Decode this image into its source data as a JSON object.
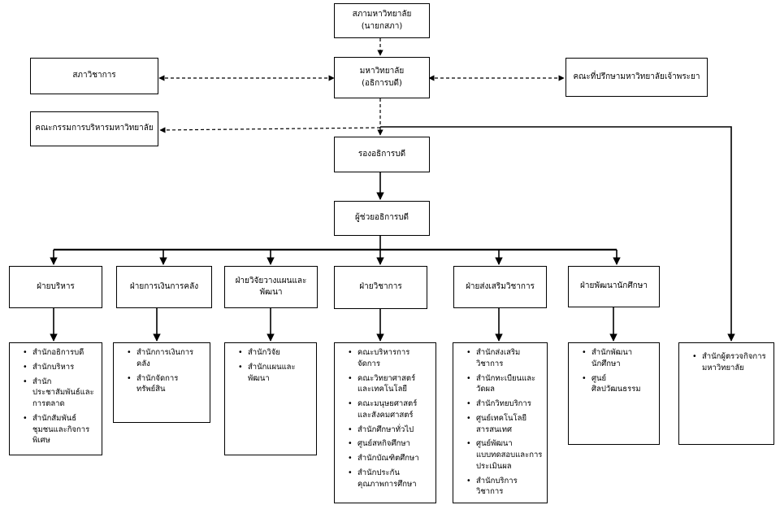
{
  "council": [
    "สภามหาวิทยาลัย",
    "(นายกสภา)"
  ],
  "president": [
    "มหาวิทยาลัย",
    "(อธิการบดี)"
  ],
  "academic_senate": "สภาวิชาการ",
  "advisory_board": "คณะที่ปรึกษามหาวิทยาลัยเจ้าพระยา",
  "admin_committee": "คณะกรรมการบริหารมหาวิทยาลัย",
  "vice_president": "รองอธิการบดี",
  "assistant_president": "ผู้ช่วยอธิการบดี",
  "divisions": [
    {
      "title": [
        "ฝ่ายบริหาร"
      ],
      "units": [
        [
          "สำนักอธิการบดี"
        ],
        [
          "สำนักบริหาร"
        ],
        [
          "สำนัก",
          "ประชาสัมพันธ์และ",
          "การตลาด"
        ],
        [
          "สำนักสัมพันธ์",
          "ชุมชนและกิจการ",
          "พิเศษ"
        ]
      ]
    },
    {
      "title": [
        "ฝ่ายการเงินการคลัง"
      ],
      "units": [
        [
          "สำนักการเงินการ",
          "คลัง"
        ],
        [
          "สำนักจัดการ",
          "ทรัพย์สิน"
        ]
      ]
    },
    {
      "title": [
        "ฝ่ายวิจัยวางแผนและ",
        "พัฒนา"
      ],
      "units": [
        [
          "สำนักวิจัย"
        ],
        [
          "สำนักแผนและ",
          "พัฒนา"
        ]
      ]
    },
    {
      "title": [
        "ฝ่ายวิชาการ"
      ],
      "units": [
        [
          "คณะบริหารการ",
          "จัดการ"
        ],
        [
          "คณะวิทยาศาสตร์",
          "และเทคโนโลยี"
        ],
        [
          "คณะมนุษยศาสตร์",
          "และสังคมศาสตร์"
        ],
        [
          "สำนักศึกษาทั่วไป"
        ],
        [
          "ศูนย์สหกิจศึกษา"
        ],
        [
          "สำนักบัณฑิตศึกษา"
        ],
        [
          "สำนักประกัน",
          "คุณภาพการศึกษา"
        ]
      ]
    },
    {
      "title": [
        "ฝ่ายส่งเสริมวิชาการ"
      ],
      "units": [
        [
          "สำนักส่งเสริม",
          "วิชาการ"
        ],
        [
          "สำนักทะเบียนและ",
          "วัดผล"
        ],
        [
          "สำนักวิทยบริการ"
        ],
        [
          "ศูนย์เทคโนโลยี",
          "สารสนเทศ"
        ],
        [
          "ศูนย์พัฒนา",
          "แบบทดสอบและการ",
          "ประเมินผล"
        ],
        [
          "สำนักบริการวิชาการ"
        ]
      ]
    },
    {
      "title": [
        "ฝ่ายพัฒนานักศึกษา"
      ],
      "units": [
        [
          "สำนักพัฒนา",
          "นักศึกษา"
        ],
        [
          "ศูนย์",
          "ศิลปวัฒนธรรม"
        ]
      ]
    }
  ],
  "audit_unit": [
    "สำนักผู้ตรวจกิจการ",
    "มหาวิทยาลัย"
  ]
}
